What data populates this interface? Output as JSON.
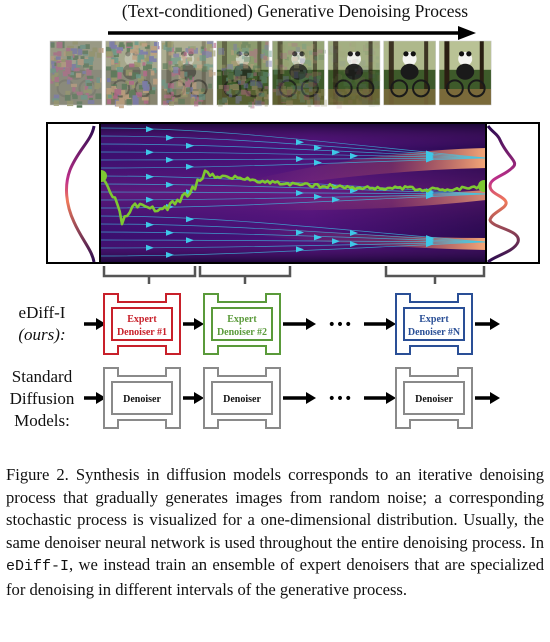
{
  "figure": {
    "title": "(Text-conditioned) Generative Denoising Process",
    "rows": {
      "ediff_label_line1": "eDiff-I",
      "ediff_label_line2": "(ours):",
      "standard_label_line1": "Standard",
      "standard_label_line2": "Diffusion",
      "standard_label_line3": "Models:"
    },
    "experts": [
      {
        "line1": "Expert",
        "line2": "Denoiser #1",
        "color": "#c8202a"
      },
      {
        "line1": "Expert",
        "line2": "Denoiser #2",
        "color": "#5a9a3a"
      },
      {
        "line1": "Expert",
        "line2": "Denoiser #N",
        "color": "#2a4f96"
      }
    ],
    "standard_denoiser_label": "Denoiser",
    "ellipsis": "•••",
    "colors": {
      "trajectory": "#7ec832",
      "field_dark": "#12062e",
      "field_mid": "#6a1a8a",
      "field_hot": "#f07a5a",
      "streamlines": "#3ec8e8"
    }
  },
  "caption": {
    "part1": "Figure 2. Synthesis in diffusion models corresponds to an iterative denoising process that gradually generates images from random noise; a corresponding stochastic process is visualized for a one-dimensional distribution. Usually, the same denoiser neural network is used throughout the entire denoising process. In ",
    "method": "eDiff-I",
    "part2": ", we instead train an ensemble of expert denoisers that are specialized for denoising in different intervals of the generative process."
  }
}
